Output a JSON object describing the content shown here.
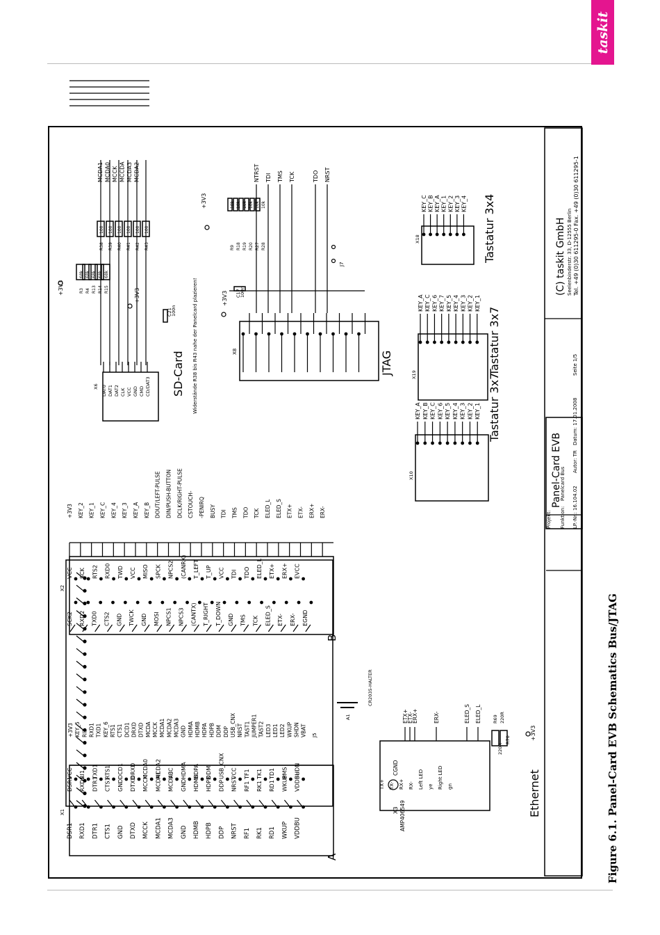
{
  "logo_text": "taskit",
  "caption": "Figure 6.1. Panel-Card EVB Schematics Bus/JTAG",
  "colors": {
    "brand": "#e4158f",
    "ink": "#000000"
  },
  "x1": {
    "ref": "X1",
    "left_nets": [
      "DSR1",
      "RXD1",
      "DTR1",
      "CTS1",
      "GND",
      "DTXD",
      "MCCK",
      "MCDA1",
      "MCDA3",
      "GND",
      "HDMB",
      "HDPB",
      "DDP",
      "NRST",
      "RF1",
      "RK1",
      "RD1",
      "WKUP",
      "VDDBU"
    ],
    "left_pins": [
      "DSR1",
      "RXD1",
      "DTR1",
      "CTS1",
      "GND",
      "DTXD",
      "MCCK",
      "MCDA1",
      "MCDA3",
      "GND",
      "HDMB",
      "HDPB",
      "DDP",
      "NRST",
      "RF1",
      "RK1",
      "RD1",
      "WKUP",
      "VDDBU"
    ],
    "right_pins": [
      "VCC",
      "RI1",
      "TXD1",
      "RTS1",
      "DCD1",
      "DRXD",
      "MCDA0",
      "MCDA2",
      "VCC",
      "HDMA",
      "HDPA",
      "DDM",
      "USB_CNX",
      "VCC",
      "TF1",
      "TK1",
      "TD1",
      "BMS",
      "SHDN"
    ],
    "right_nets": [
      "+3V3",
      "KEY_5",
      "RI1",
      "RXD1",
      "TXD1",
      "KEY_6",
      "RTS1",
      "CTS1",
      "DCD1",
      "DRXD",
      "DTXD",
      "MCDA",
      "MCCK",
      "MCDA1",
      "MCDA2",
      "MCDA3",
      "GND",
      "HDMA",
      "HDMB",
      "HDPA",
      "HDPB",
      "DDM",
      "DDP",
      "USB_CNX",
      "NRST",
      "TAST1",
      "JUMPER1",
      "TAST2",
      "LED3",
      "LED1",
      "LED2",
      "WKUP",
      "SHDN",
      "VBAT"
    ],
    "side": "A"
  },
  "x2": {
    "ref": "X2",
    "left_pins": [
      "SCK2",
      "RXD2",
      "TXD0",
      "CTS2",
      "GND",
      "TWCK",
      "GND",
      "MOSI",
      "NPCS1",
      "NPCS3",
      "(CANTX)",
      "T_RIGHT",
      "T_DOWN",
      "GND",
      "TMS",
      "TCK",
      "ELED_S",
      "ETX-",
      "ERX-",
      "EGND"
    ],
    "right_pins": [
      "VCC",
      "SCK",
      "RTS2",
      "RXD0",
      "TWD",
      "VCC",
      "MISO",
      "SPCK",
      "NPCS2",
      "(CANRX)",
      "T_LEFT",
      "T_UP",
      "VCC",
      "TDI",
      "TDO",
      "ELED_L",
      "ETX+",
      "ERX+",
      "EVCC"
    ],
    "right_nets": [
      "+3V3",
      "KEY_2",
      "KEY_1",
      "KEY_C",
      "KEY_4",
      "KEY_3",
      "KEY_A",
      "KEY_B",
      "DOUT/LEFT-PULSE",
      "DIN/PUSH-BUTTON",
      "DCLK/RIGHT-PULSE",
      "CSTOUCH-",
      "-PENIRQ",
      "BUSY",
      "TDI",
      "TMS",
      "TDO",
      "TCK",
      "ELED_L",
      "ELED_S",
      "ETX+",
      "ETX-",
      "ERX+",
      "ERX-"
    ],
    "side": "B"
  },
  "sdcard": {
    "ref": "X6",
    "pins": [
      "DAT0",
      "DAT1",
      "DAT2",
      "CLK",
      "VCC",
      "GND",
      "CMD",
      "CD/DAT3"
    ],
    "caps": [
      "C21",
      "100n"
    ],
    "resistors": [
      "R3",
      "68k",
      "R4",
      "68k",
      "R13",
      "68k",
      "R14",
      "68k",
      "R15",
      "68k",
      "R38",
      "100",
      "R39",
      "100",
      "R40",
      "100",
      "R41",
      "100",
      "R42",
      "100",
      "R43",
      "100"
    ],
    "nets": [
      "MCDA1",
      "MCDA0",
      "MCCK",
      "MCCDA",
      "MCDA3",
      "MCDA2"
    ],
    "label": "SD-Card",
    "note": "Widerstände R38 bis R43 nahe der Panelcard plazieren!",
    "supply": "+3V3"
  },
  "jtag": {
    "ref": "X8",
    "label": "JTAG",
    "nets": [
      "NTRST",
      "TDI",
      "TMS",
      "TCK",
      "TDO",
      "NRST"
    ],
    "resistors": [
      "R9",
      "10k",
      "R18",
      "10k",
      "R19",
      "10k",
      "R20",
      "10k",
      "R27",
      "10k",
      "R28",
      "10k"
    ],
    "cap": [
      "C17",
      "100n"
    ],
    "jumper": "J7",
    "supply": "+3V3"
  },
  "keypads": [
    {
      "ref": "X10",
      "label": "Tastatur 3x7",
      "keys": [
        "KEY_A",
        "KEY_B",
        "KEY_C",
        "KEY_6",
        "KEY_5",
        "KEY_4",
        "KEY_3",
        "KEY_2",
        "KEY_1"
      ]
    },
    {
      "ref": "X19",
      "label": "Tastatur 3x7",
      "keys": [
        "KEY_A",
        "KEY_C",
        "KEY_6",
        "KEY_7",
        "KEY_5",
        "KEY_4",
        "KEY_3",
        "KEY_2",
        "KEY_1"
      ]
    },
    {
      "ref": "X18",
      "label": "Tastatur 3x4",
      "keys": [
        "KEY_C",
        "KEY_B",
        "KEY_A",
        "KEY_1",
        "KEY_2",
        "KEY_3",
        "KEY_4"
      ]
    }
  ],
  "ethernet": {
    "ref": "X3",
    "part": "AMP406549",
    "label": "Ethernet",
    "pins": [
      "TX+",
      "TX-",
      "RX+",
      "RX-",
      "Left LED",
      "ye",
      "Right LED",
      "gn"
    ],
    "nets": [
      "ETX+",
      "ETX-",
      "ERX+",
      "ERX-",
      "ELED_S",
      "ELED_L"
    ],
    "resistors": [
      "R69",
      "220R",
      "R70",
      "220R"
    ],
    "ground": "CGND",
    "supply": "+3V3"
  },
  "battery": {
    "ref": "A1",
    "holder": "CR2035-HALTER",
    "jumper": "J5"
  },
  "title_block": {
    "company": "(C) taskit GmbH",
    "address": "Seelenbinderstr. 33, D-12555 Berlin",
    "phone": "Tel. +49 (0)30 611295-0    Fax. +49 (0)30 611295-1",
    "project_label": "Projekt:",
    "project": "Panel-Card EVB",
    "function_label": "Funktion:",
    "function": "Panelcard Bus",
    "lp_nr": "LP.-Nr.: 16.104.02",
    "author": "Autor: TR",
    "date": "Datum: 17.01.2008",
    "page": "Seite 1/5"
  }
}
